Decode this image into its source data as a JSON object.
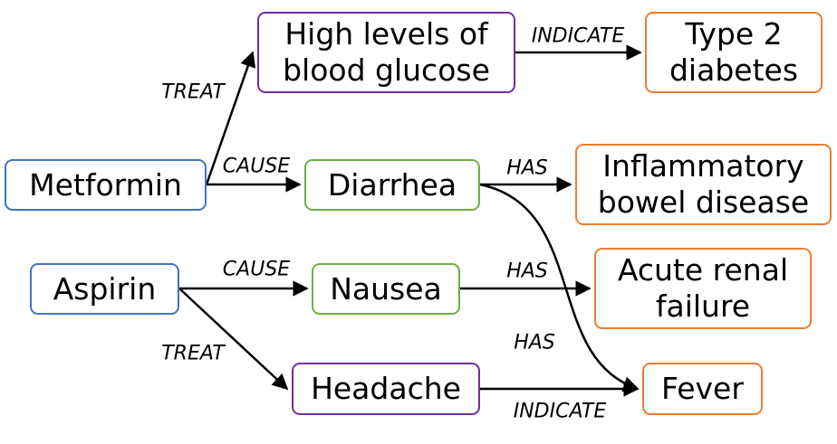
{
  "colors": {
    "drug": "#4472c4",
    "condition": "#7030a0",
    "symptom": "#70ad47",
    "disease": "#ed7d31",
    "edge": "#000000"
  },
  "nodes": [
    {
      "id": "metformin",
      "label": "Metformin",
      "kind": "drug"
    },
    {
      "id": "aspirin",
      "label": "Aspirin",
      "kind": "drug"
    },
    {
      "id": "high-glucose",
      "label": "High levels of\nblood glucose",
      "kind": "condition"
    },
    {
      "id": "headache",
      "label": "Headache",
      "kind": "condition"
    },
    {
      "id": "diarrhea",
      "label": "Diarrhea",
      "kind": "symptom"
    },
    {
      "id": "nausea",
      "label": "Nausea",
      "kind": "symptom"
    },
    {
      "id": "type2",
      "label": "Type 2\ndiabetes",
      "kind": "disease"
    },
    {
      "id": "ibd",
      "label": "Inflammatory\nbowel disease",
      "kind": "disease"
    },
    {
      "id": "arf",
      "label": "Acute renal\nfailure",
      "kind": "disease"
    },
    {
      "id": "fever",
      "label": "Fever",
      "kind": "disease"
    }
  ],
  "edges": [
    {
      "id": "metformin-treat",
      "from": "metformin",
      "to": "high-glucose",
      "label": "TREAT"
    },
    {
      "id": "glucose-indicate",
      "from": "high-glucose",
      "to": "type2",
      "label": "INDICATE"
    },
    {
      "id": "metformin-cause",
      "from": "metformin",
      "to": "diarrhea",
      "label": "CAUSE"
    },
    {
      "id": "diarrhea-has-ibd",
      "from": "diarrhea",
      "to": "ibd",
      "label": "HAS"
    },
    {
      "id": "diarrhea-has-fever",
      "from": "diarrhea",
      "to": "fever",
      "label": "HAS"
    },
    {
      "id": "aspirin-cause",
      "from": "aspirin",
      "to": "nausea",
      "label": "CAUSE"
    },
    {
      "id": "nausea-has",
      "from": "nausea",
      "to": "arf",
      "label": "HAS"
    },
    {
      "id": "aspirin-treat",
      "from": "aspirin",
      "to": "headache",
      "label": "TREAT"
    },
    {
      "id": "headache-indicate",
      "from": "headache",
      "to": "fever",
      "label": "INDICATE"
    }
  ]
}
